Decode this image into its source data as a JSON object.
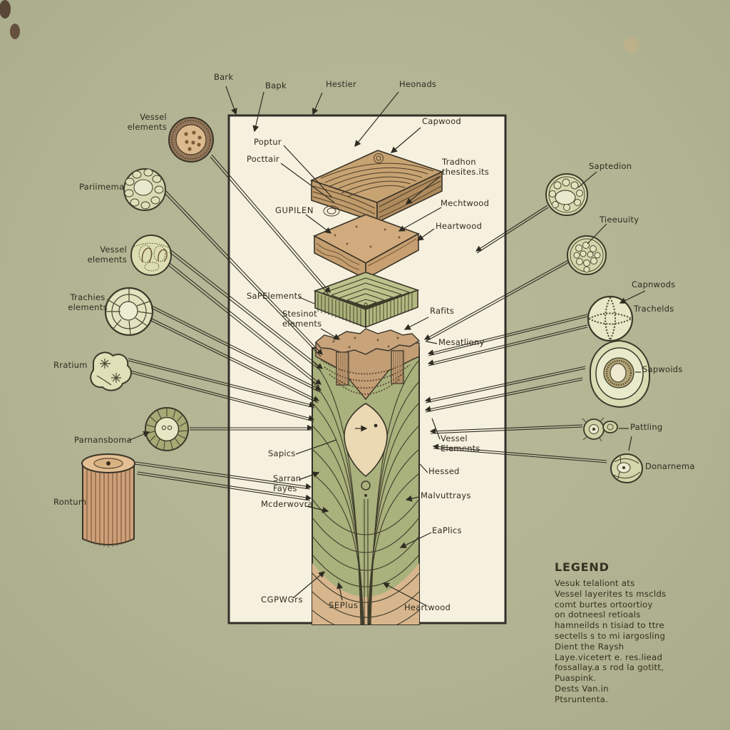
{
  "colors": {
    "background": "#b2b493",
    "panel": "#f6f0de",
    "ink": "#2e2c22",
    "wood_tan": "#c9a373",
    "wood_green": "#a9b17c",
    "heart_tan": "#d8b68d"
  },
  "top_labels": [
    {
      "text": "Bark"
    },
    {
      "text": "Bapk"
    },
    {
      "text": "Hestier"
    },
    {
      "text": "Heonads"
    }
  ],
  "panel_labels": [
    {
      "text": "Capwood"
    },
    {
      "text": "Poptur"
    },
    {
      "text": "Pocttair"
    },
    {
      "text": "Tradhon\nthesites.its"
    },
    {
      "text": "Mechtwood"
    },
    {
      "text": "Heartwood"
    },
    {
      "text": "GUPILEN"
    },
    {
      "text": "SaPElements"
    },
    {
      "text": "Stesinot\nelements"
    },
    {
      "text": "Rafits"
    },
    {
      "text": "Mesatliony"
    },
    {
      "text": "Vessel\nElements"
    },
    {
      "text": "Hessed"
    },
    {
      "text": "Malvuttrays"
    },
    {
      "text": "EaPlics"
    },
    {
      "text": "Sapics"
    },
    {
      "text": "Sarran\nFayes"
    },
    {
      "text": "Mcderwovra"
    },
    {
      "text": "CGPWGrs"
    },
    {
      "text": "SEPlus"
    },
    {
      "text": "Heartwood"
    }
  ],
  "left_specimens": [
    {
      "label": "Vessel\nelements"
    },
    {
      "label": "Pariimema"
    },
    {
      "label": "Vessel\nelements"
    },
    {
      "label": "Trachies\nelements"
    },
    {
      "label": "Rratium"
    },
    {
      "label": "Parnansboma"
    },
    {
      "label": "Rontum"
    }
  ],
  "right_specimens": [
    {
      "label": "Saptedion"
    },
    {
      "label": "Tieeuuity"
    },
    {
      "label": "Capnwods"
    },
    {
      "label": "Trachelds"
    },
    {
      "label": "Sapwoids"
    },
    {
      "label": "Pattling"
    },
    {
      "label": "Donarnema"
    }
  ],
  "legend": {
    "title": "LEGEND",
    "lines": [
      "Vesuk telaliont ats",
      "Vessel layerites ts msclds",
      "comt burtes ortoortioy",
      "on dotneesl retioals",
      "hamneilds n tisiad to ttre",
      "sectells s to mi iargosling",
      "Dient the Raysh",
      "Laye.vicetert e. res.liead",
      "fossallay.a s rod la gotitt,",
      "Puaspink.",
      "Dests Van.in",
      "Ptsruntenta."
    ]
  }
}
